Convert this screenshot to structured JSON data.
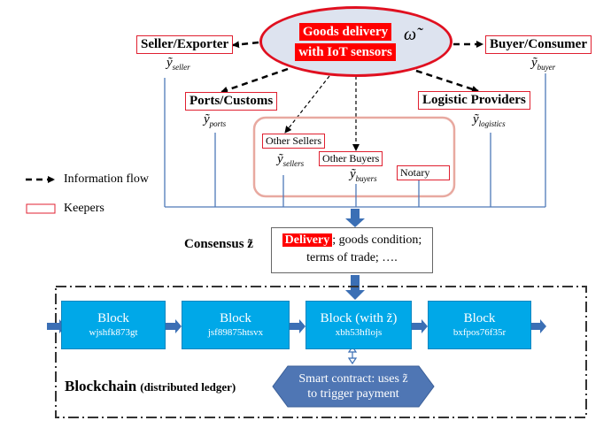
{
  "center": {
    "line1": "Goods delivery",
    "line2": "with IoT sensors",
    "symbol": "ω̃"
  },
  "keepers": {
    "seller": {
      "label": "Seller/Exporter",
      "symbol": "ỹ",
      "sub": "seller"
    },
    "buyer": {
      "label": "Buyer/Consumer",
      "symbol": "ỹ",
      "sub": "buyer"
    },
    "ports": {
      "label": "Ports/Customs",
      "symbol": "ỹ",
      "sub": "ports"
    },
    "logistics": {
      "label": "Logistic Providers",
      "symbol": "ỹ",
      "sub": "logistics"
    },
    "other_sellers": {
      "label": "Other Sellers",
      "symbol": "ỹ",
      "sub": "sellers"
    },
    "other_buyers": {
      "label": "Other Buyers",
      "symbol": "ỹ",
      "sub": "buyers"
    },
    "notary": {
      "label": "Notary"
    }
  },
  "legend": {
    "info_flow": "Information flow",
    "keepers": "Keepers"
  },
  "consensus": {
    "label": "Consensus z̃",
    "highlight": "Delivery",
    "line1_rest": "; goods condition;",
    "line2": "terms of trade; …."
  },
  "blockchain": {
    "title": "Blockchain",
    "subtitle": "(distributed ledger)",
    "blocks": [
      {
        "title": "Block",
        "hash": "wjshfk873gt"
      },
      {
        "title": "Block",
        "hash": "jsf89875htsvx"
      },
      {
        "title": "Block (with z̃)",
        "hash": "xbh53hflojs"
      },
      {
        "title": "Block",
        "hash": "bxfpos76f35r"
      }
    ],
    "contract_line1": "Smart contract: uses z̃",
    "contract_line2": "to trigger payment"
  },
  "colors": {
    "keeper_border": "#e02030",
    "block_fill": "#00a8e8",
    "block_arrow": "#3b6fb5",
    "contract_fill": "#4f76b4",
    "feed_line": "#4f79b8",
    "ellipse_fill": "#dde3ef",
    "ellipse_border": "#e01020"
  }
}
